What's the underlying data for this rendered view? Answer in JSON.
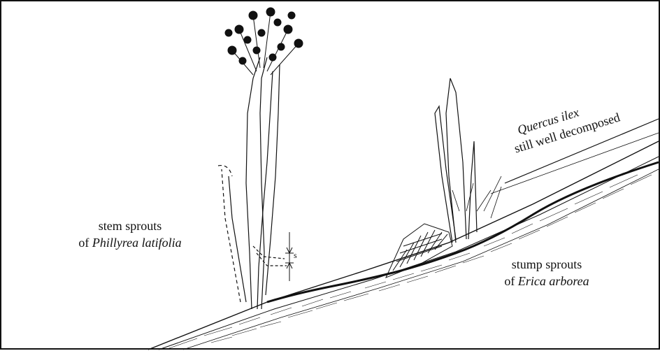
{
  "labels": {
    "phillyrea_line1": "stem sprouts",
    "phillyrea_line2_prefix": "of ",
    "phillyrea_line2_species": "Phillyrea latifolia",
    "erica_line1": "stump sprouts",
    "erica_line2_prefix": "of ",
    "erica_line2_species": "Erica arborea",
    "quercus_species": "Quercus ilex",
    "quercus_line2": "still well decomposed",
    "dimension_mark": "s"
  },
  "colors": {
    "ink": "#111111",
    "background": "#ffffff"
  }
}
